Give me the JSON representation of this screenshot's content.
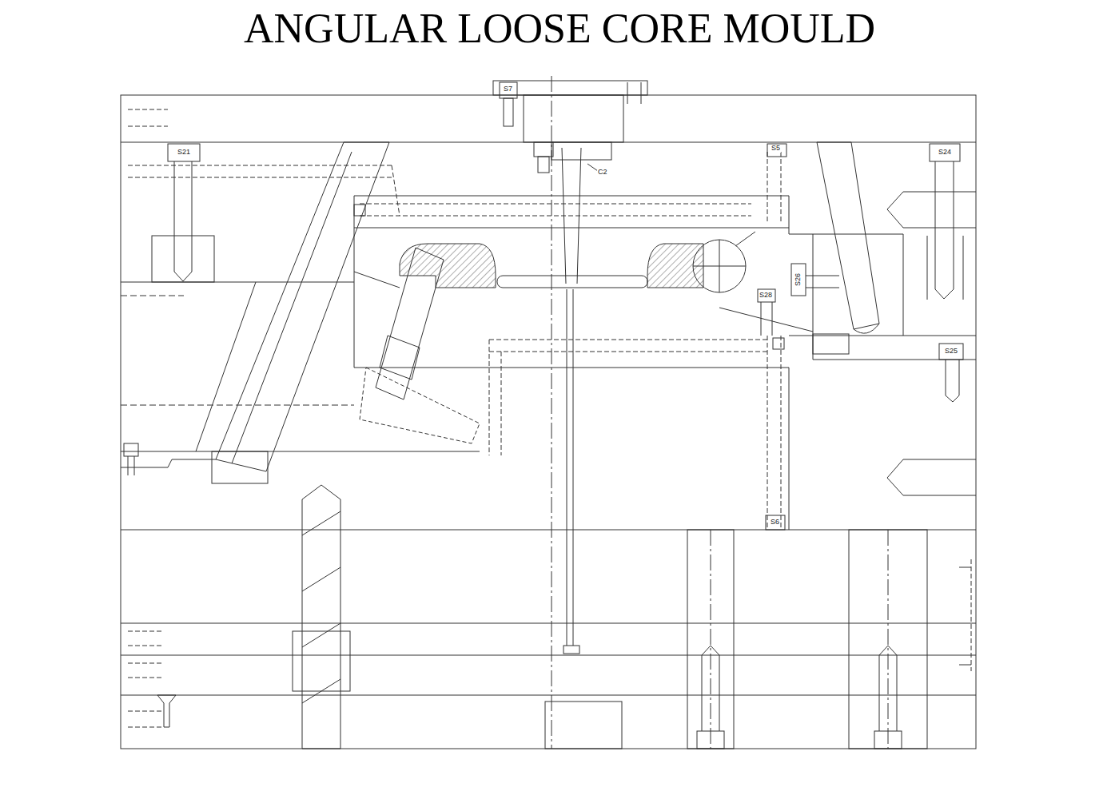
{
  "diagram": {
    "title": "ANGULAR LOOSE CORE MOULD",
    "labels": [
      "S7",
      "S21",
      "C2",
      "S5",
      "S24",
      "S26",
      "S28",
      "S25",
      "S6"
    ]
  }
}
